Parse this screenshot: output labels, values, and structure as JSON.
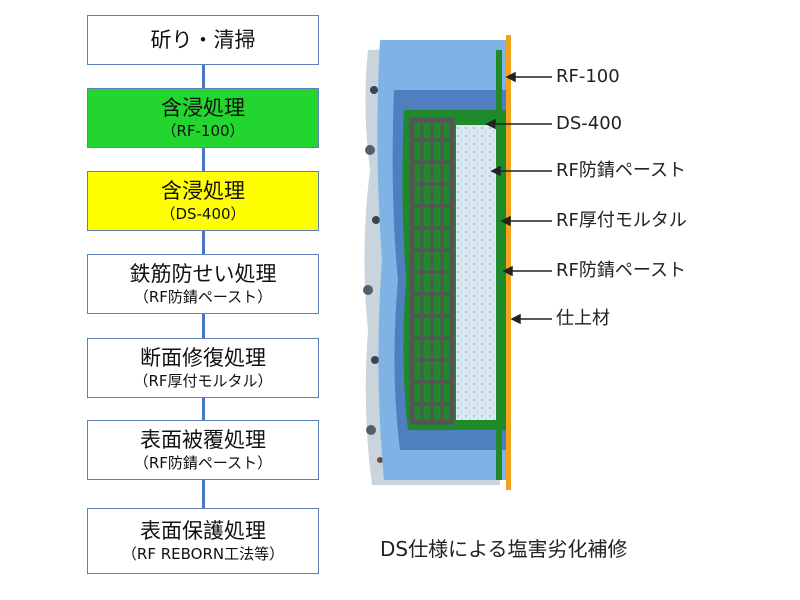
{
  "flow": {
    "steps": [
      {
        "main": "斫り・清掃",
        "sub": ""
      },
      {
        "main": "含浸処理",
        "sub": "（RF-100）"
      },
      {
        "main": "含浸処理",
        "sub": "（DS-400）"
      },
      {
        "main": "鉄筋防せい処理",
        "sub": "（RF防錆ペースト）"
      },
      {
        "main": "断面修復処理",
        "sub": "（RF厚付モルタル）"
      },
      {
        "main": "表面被覆処理",
        "sub": "（RF防錆ペースト）"
      },
      {
        "main": "表面保護処理",
        "sub": "（RF REBORN工法等）"
      }
    ]
  },
  "diagram": {
    "callouts": [
      {
        "label": "RF-100"
      },
      {
        "label": "DS-400"
      },
      {
        "label": "RF防錆ペースト"
      },
      {
        "label": "RF厚付モルタル"
      },
      {
        "label": "RF防錆ペースト"
      },
      {
        "label": "仕上材"
      }
    ],
    "caption": "DS仕様による塩害劣化補修"
  },
  "colors": {
    "impregnation_rf100": "#22d62f",
    "impregnation_ds400": "#ffff00",
    "step_border": "#5b7fb6",
    "connector": "#4a78c4",
    "finish_layer": "#f2a21c",
    "green_coat": "#1e8a2a",
    "blue_zone": "#7fb2e5",
    "mortar": "#dde9f2",
    "rebar": "#555555"
  }
}
